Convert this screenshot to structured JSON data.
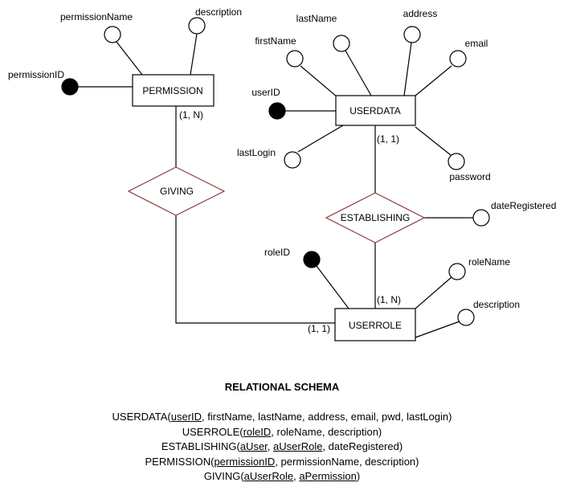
{
  "entities": {
    "permission": "PERMISSION",
    "userdata": "USERDATA",
    "userrole": "USERROLE"
  },
  "relationships": {
    "giving": "GIVING",
    "establishing": "ESTABLISHING"
  },
  "attributes": {
    "permission_name": "permissionName",
    "permission_description": "description",
    "permission_id": "permissionID",
    "first_name": "firstName",
    "last_name": "lastName",
    "address": "address",
    "email": "email",
    "user_id": "userID",
    "last_login": "lastLogin",
    "password": "password",
    "date_registered": "dateRegistered",
    "role_id": "roleID",
    "role_name": "roleName",
    "role_description": "description"
  },
  "cardinalities": {
    "permission_giving": "(1, N)",
    "userdata_establishing": "(1, 1)",
    "userrole_establishing": "(1, N)",
    "userrole_giving": "(1, 1)"
  },
  "schema": {
    "title": "RELATIONAL SCHEMA",
    "lines": [
      {
        "name": "USERDATA(",
        "keys": [
          "userID"
        ],
        "rest": ", firstName, lastName, address, email, pwd, lastLogin)"
      },
      {
        "name": "USERROLE(",
        "keys": [
          "roleID"
        ],
        "rest": ", roleName, description)"
      },
      {
        "name": "ESTABLISHING(",
        "keys": [
          "aUser",
          "aUserRole"
        ],
        "rest": ", dateRegistered)"
      },
      {
        "name": "PERMISSION(",
        "keys": [
          "permissionID"
        ],
        "rest": ", permissionName, description)"
      },
      {
        "name": "GIVING(",
        "keys": [
          "aUserRole",
          "aPermission"
        ],
        "rest": ")"
      }
    ]
  },
  "colors": {
    "relationship_border": "#8b3a3a",
    "stroke": "#000000"
  }
}
